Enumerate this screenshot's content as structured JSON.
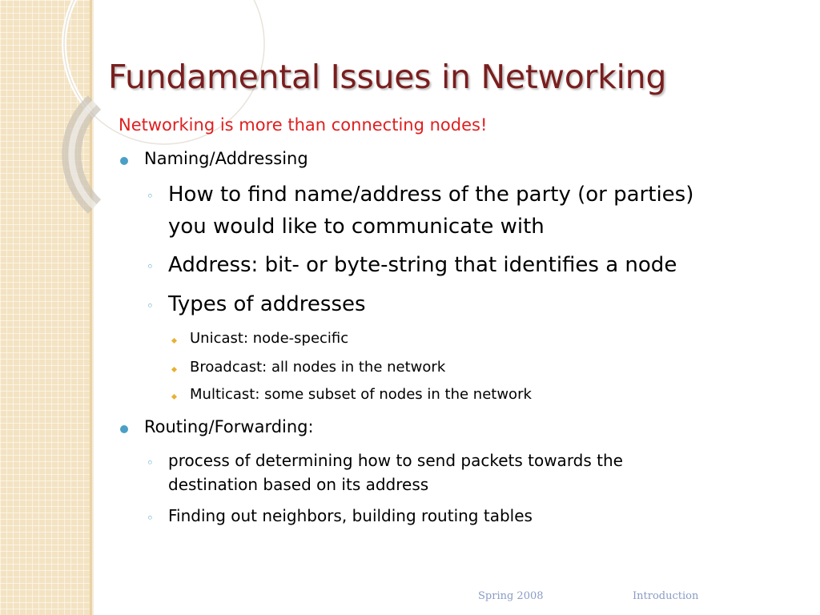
{
  "slide": {
    "title": "Fundamental Issues in Networking",
    "subtitle": "Networking is more than connecting nodes!",
    "items": [
      {
        "label": "Naming/Addressing",
        "children": [
          {
            "lines": [
              "How to find name/address of the party (or parties)",
              "you would like to communicate with"
            ]
          },
          {
            "lines": [
              "Address: bit- or byte-string that identifies a node"
            ]
          },
          {
            "lines": [
              "Types of addresses"
            ],
            "children": [
              "Unicast: node-specific",
              "Broadcast: all nodes in the network",
              "Multicast: some subset of nodes in the network"
            ]
          }
        ]
      },
      {
        "label": "Routing/Forwarding:",
        "children": [
          {
            "lines": [
              "process of determining how to send packets towards the",
              "destination based on its address"
            ]
          },
          {
            "lines": [
              "Finding out neighbors, building routing tables"
            ]
          }
        ]
      }
    ]
  },
  "footer": {
    "date": "Spring 2008",
    "section": "Introduction"
  },
  "colors": {
    "title": "#7a1e1e",
    "subtitle": "#e01e1e",
    "bullet": "#4b9fc6",
    "sub_bullet": "#e8b030",
    "band": "#f3e3c2",
    "footer": "#8a9cc4"
  }
}
